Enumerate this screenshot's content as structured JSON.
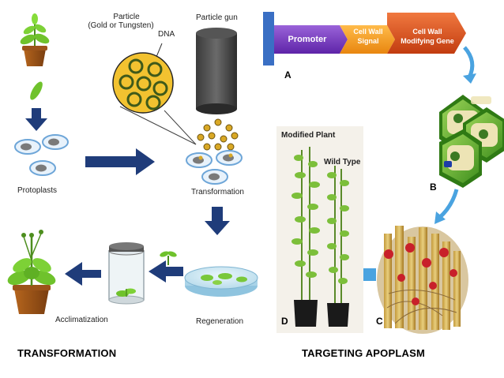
{
  "transformation": {
    "particle_label": [
      "Particle",
      "(Gold or Tungsten)"
    ],
    "dna_label": "DNA",
    "gun_label": "Particle gun",
    "protoplasts_label": "Protoplasts",
    "transformation_label": "Transformation",
    "regeneration_label": "Regeneration",
    "acclimatization_label": "Acclimatization"
  },
  "apoplasm": {
    "construct": {
      "promoter": "Promoter",
      "signal": [
        "Cell Wall",
        "Signal"
      ],
      "gene": [
        "Cell Wall",
        "Modifying Gene"
      ]
    },
    "panels": {
      "a": "A",
      "b": "B",
      "c": "C",
      "d": "D"
    },
    "modified_plant_label": "Modified Plant",
    "wild_type_label": "Wild Type"
  },
  "captions": {
    "left": "TRANSFORMATION",
    "right": "TARGETING APOPLASM"
  },
  "colors": {
    "arrow_navy": "#1f3c7a",
    "gold": "#f2c230",
    "leaf_green": "#6fc22c",
    "promoter_purple": "#7a3dbf",
    "signal_orange": "#f39a1c",
    "gene_red": "#e0531e",
    "light_blue_arrow": "#4aa3e0"
  }
}
